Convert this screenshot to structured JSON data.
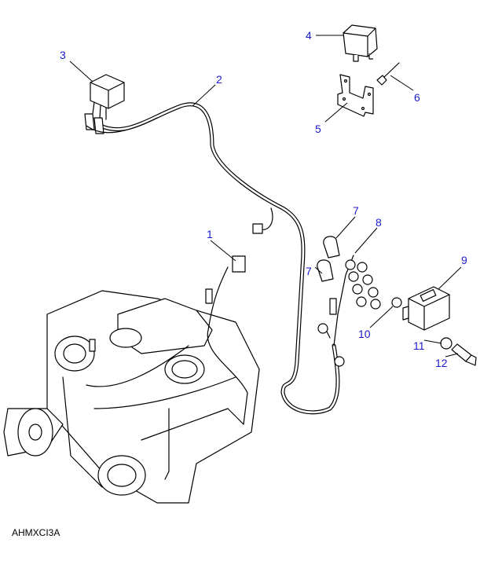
{
  "diagram_code": "AHMXCI3A",
  "callouts": [
    {
      "number": "1",
      "part": "harness"
    },
    {
      "number": "2",
      "part": "harness-lead"
    },
    {
      "number": "3",
      "part": "relay"
    },
    {
      "number": "4",
      "part": "relay"
    },
    {
      "number": "5",
      "part": "bracket"
    },
    {
      "number": "6",
      "part": "rivet"
    },
    {
      "number": "7",
      "part": "terminal-boot"
    },
    {
      "number": "7",
      "part": "terminal-boot"
    },
    {
      "number": "8",
      "part": "nut"
    },
    {
      "number": "9",
      "part": "control-unit"
    },
    {
      "number": "10",
      "part": "nut"
    },
    {
      "number": "11",
      "part": "washer"
    },
    {
      "number": "12",
      "part": "bolt"
    }
  ],
  "colors": {
    "callout": "#1a1acc",
    "line": "#000000"
  }
}
